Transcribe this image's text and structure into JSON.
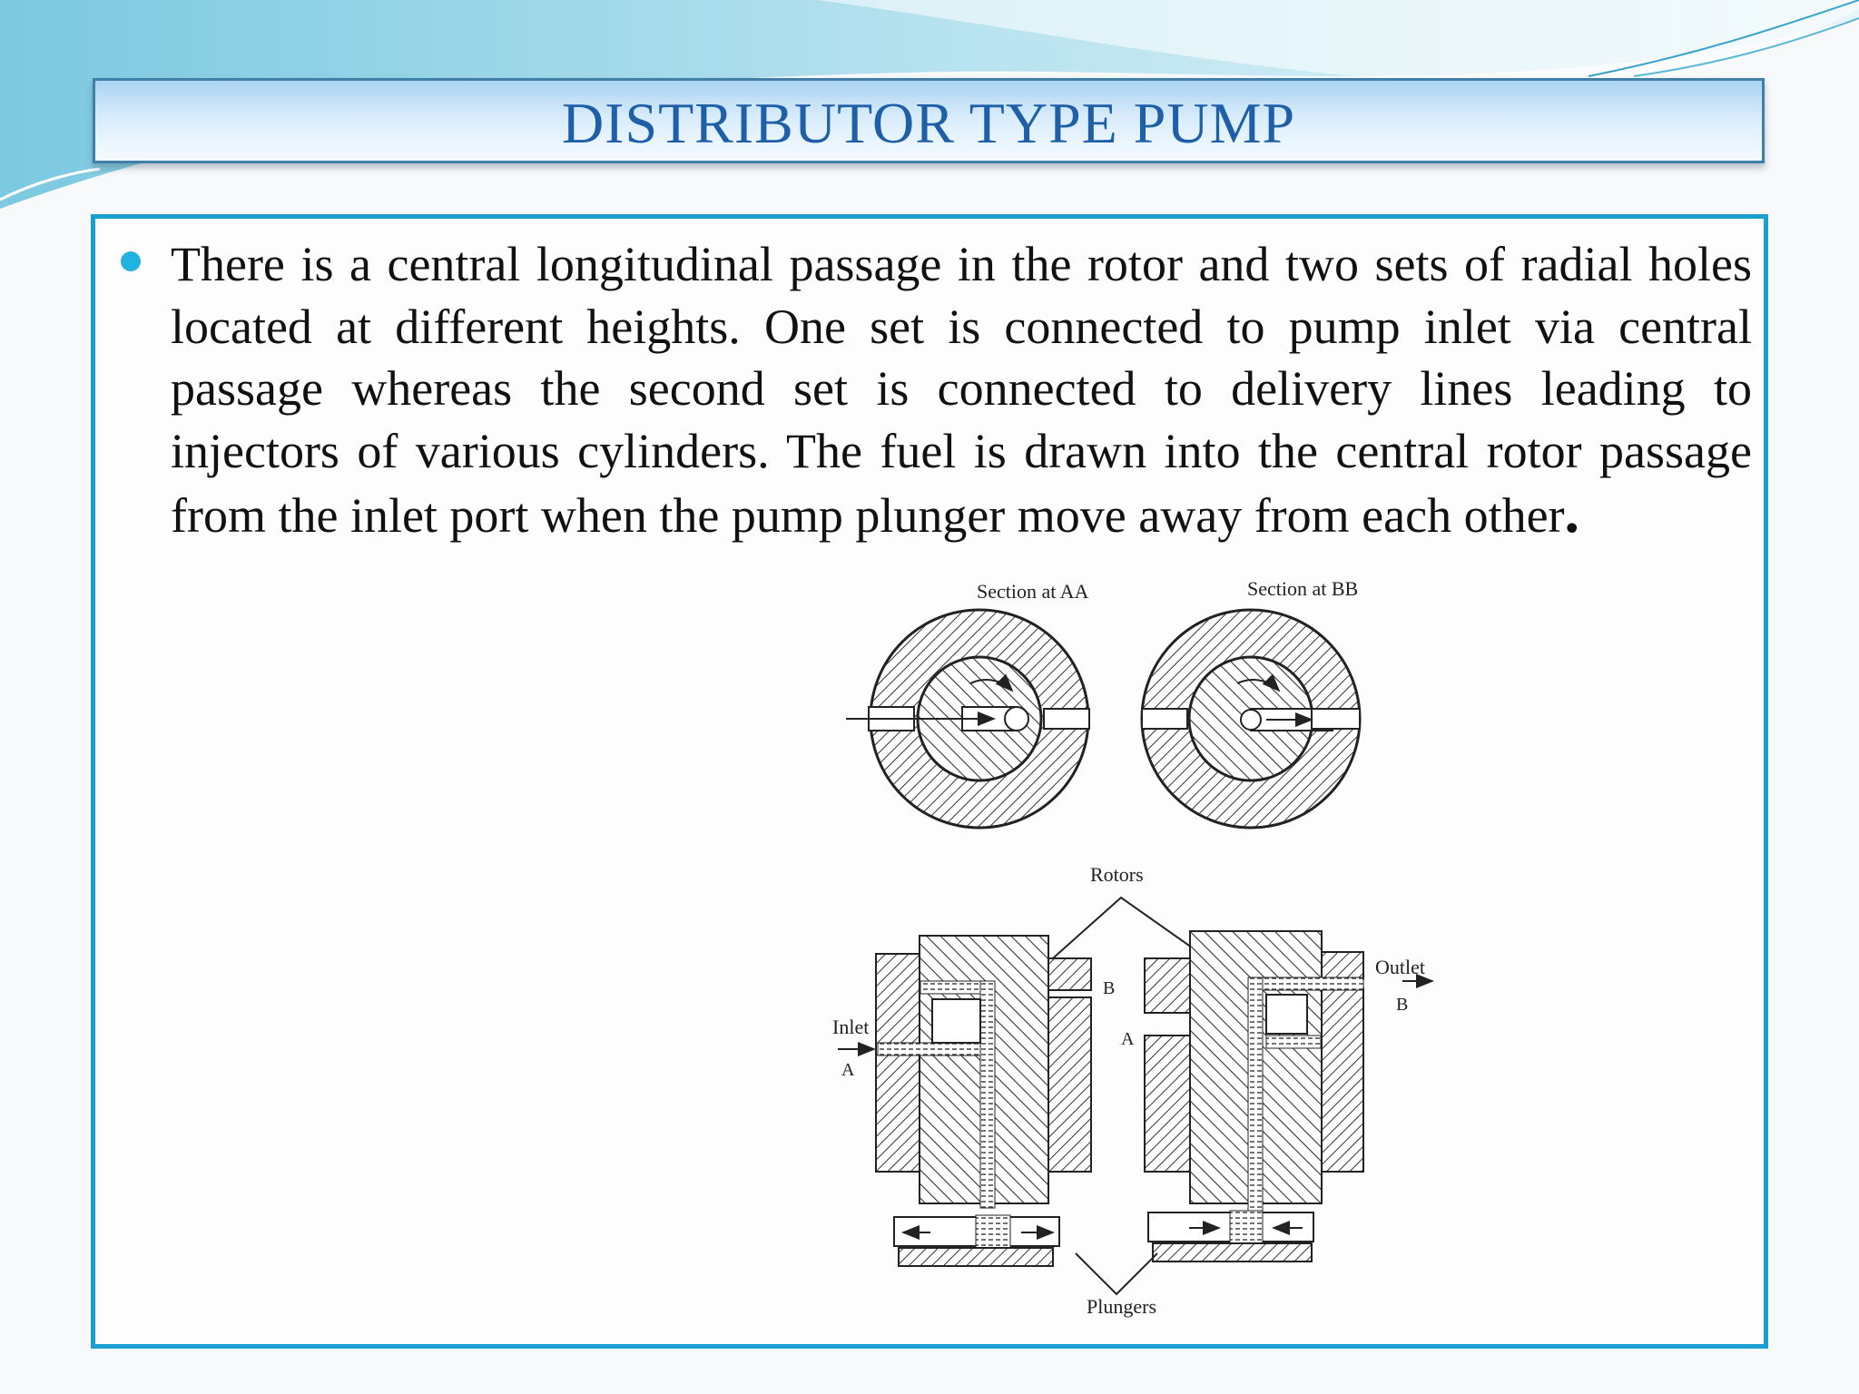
{
  "slide": {
    "title": "DISTRIBUTOR TYPE PUMP",
    "bullet_text": "There is a central longitudinal passage in the rotor and two sets of radial holes located at different heights. One set is connected to pump inlet via central passage whereas the second set is connected to delivery lines leading to injectors of various cylinders. The fuel is drawn into the central rotor passage from the inlet port when the pump plunger move away from each other",
    "bullet_end": "."
  },
  "diagram": {
    "section_aa_label": "Section at AA",
    "section_bb_label": "Section at BB",
    "rotors_label": "Rotors",
    "plungers_label": "Plungers",
    "inlet_label": "Inlet",
    "inlet_port_letter": "A",
    "outlet_label": "Outlet",
    "outlet_port_letter": "B",
    "level_b_letter": "B",
    "level_a_letter": "A"
  },
  "colors": {
    "accent": "#1a9fd0",
    "title_text": "#1f5fa8",
    "bullet": "#22b2e0"
  }
}
